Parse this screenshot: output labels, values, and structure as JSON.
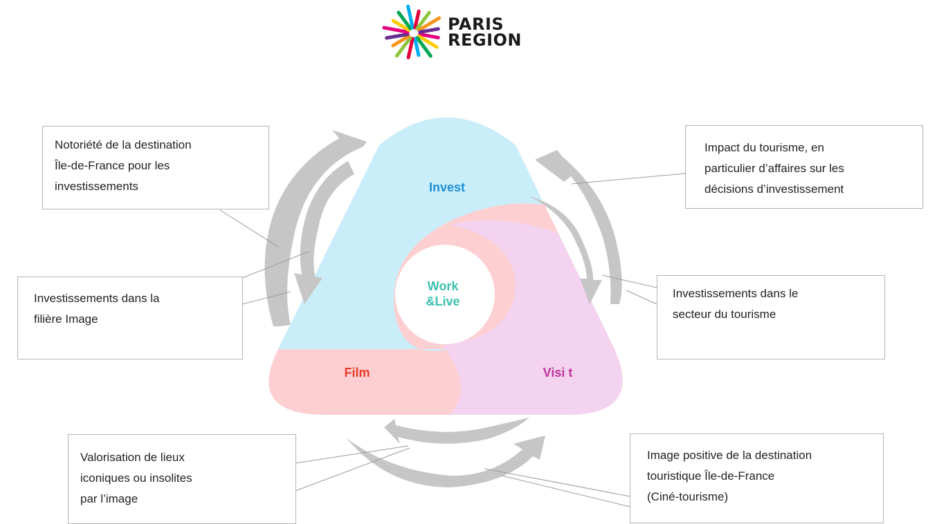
{
  "logo": {
    "line1": "PARIS",
    "line2": "REGION",
    "colors": [
      "#e6007e",
      "#ffcc00",
      "#00a651",
      "#00aeef",
      "#e4003a",
      "#8dc63f",
      "#f7941d",
      "#662d91"
    ]
  },
  "segments": {
    "invest": {
      "label": "Invest",
      "fill": "#c9eefa",
      "text_color": "#1f8fd6"
    },
    "film": {
      "label": "Film",
      "fill": "#fdcfd0",
      "text_color": "#ea3a2c"
    },
    "visit": {
      "label": "Visi t",
      "fill": "#f3d3ef",
      "text_color": "#c0359e"
    },
    "center": {
      "line1": "Work",
      "line2": "&Live",
      "text_color": "#3cc0b0"
    }
  },
  "arrow_color": "#c6c6c6",
  "boxes": {
    "top_left": "Notoriété de la destination\nÎle-de-France pour les\ninvestissements",
    "top_right": "Impact du tourisme, en\nparticulier d’affaires sur les\ndécisions d’investissement",
    "mid_left": "Investissements dans la\nfilière Image",
    "mid_right": "Investissements dans le\nsecteur du tourisme",
    "bottom_left": "Valorisation de lieux\niconiques ou insolites\npar l’image",
    "bottom_right": "Image positive de la destination\ntouristique Île-de-France\n(Ciné-tourisme)"
  }
}
